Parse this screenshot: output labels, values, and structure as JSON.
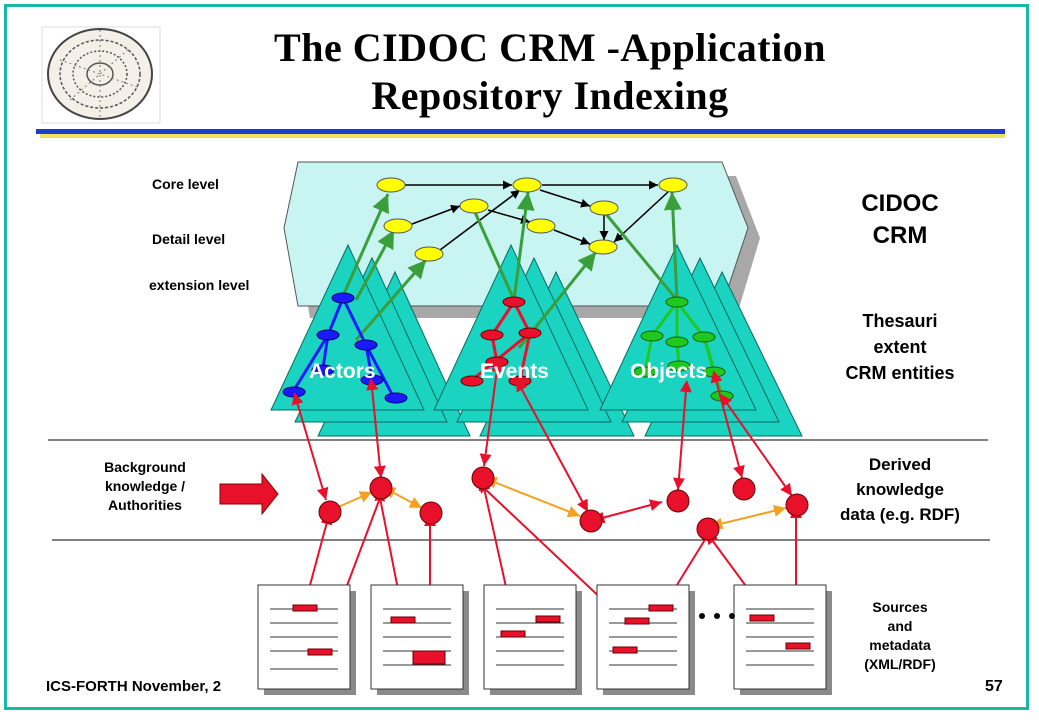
{
  "title_line1": "The CIDOC CRM -Application",
  "title_line2": "Repository Indexing",
  "levels": {
    "core": "Core level",
    "detail": "Detail level",
    "extension": "extension level"
  },
  "crm": {
    "line1": "CIDOC",
    "line2": "CRM"
  },
  "thesauri": {
    "line1": "Thesauri",
    "line2": "extent",
    "line3": "CRM entities"
  },
  "triangles": [
    "Actors",
    "Events",
    "Objects"
  ],
  "background": {
    "line1": "Background",
    "line2": "knowledge /",
    "line3": "Authorities"
  },
  "derived": {
    "line1": "Derived",
    "line2": "knowledge",
    "line3": "data (e.g. RDF)"
  },
  "sources": {
    "line1": "Sources",
    "line2": "and",
    "line3": "metadata",
    "line4": "(XML/RDF)"
  },
  "footer": "ICS-FORTH November, 2",
  "page_number": "57",
  "colors": {
    "frame": "#19b8a6",
    "title_rule": "#1a3fd0",
    "title_rule_shadow": "#f0e060",
    "crm_box": "#c8f4f2",
    "triangle": "#1ad3c0",
    "core_node": "#ffff00",
    "actor_node": "#1a1aff",
    "event_node": "#e8102a",
    "object_node": "#1fc81f",
    "tree_link_green": "#3a9e3a",
    "link_red": "#e8102a",
    "link_orange": "#f5a020"
  },
  "icons": [
    "phaistos-disc-icon",
    "arrow-right-icon",
    "document-icon"
  ]
}
